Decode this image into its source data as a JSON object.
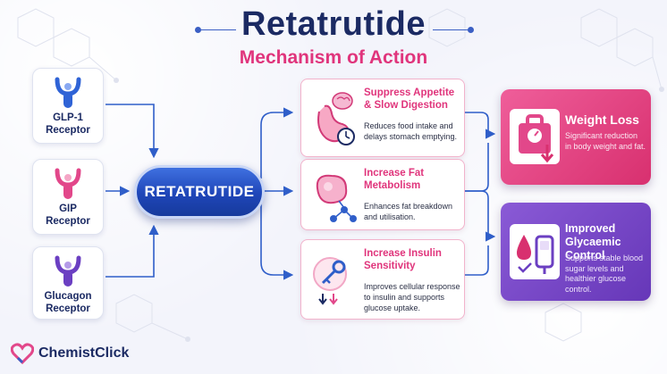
{
  "header": {
    "title": "Retatrutide",
    "subtitle": "Mechanism of Action"
  },
  "receptors": [
    {
      "label_line1": "GLP-1",
      "label_line2": "Receptor",
      "icon": "glp1-receptor-icon",
      "color": "#2f63d6"
    },
    {
      "label_line1": "GIP",
      "label_line2": "Receptor",
      "icon": "gip-receptor-icon",
      "color": "#e2478a"
    },
    {
      "label_line1": "Glucagon",
      "label_line2": "Receptor",
      "icon": "glucagon-receptor-icon",
      "color": "#6b3fc2"
    }
  ],
  "drug": {
    "label": "RETATRUTIDE"
  },
  "actions": [
    {
      "title_line1": "Suppress Appetite",
      "title_line2": "& Slow Digestion",
      "desc_line1": "Reduces food intake and",
      "desc_line2": "delays stomach emptying.",
      "icon": "stomach-brain-timer-icon"
    },
    {
      "title_line1": "Increase Fat",
      "title_line2": "Metabolism",
      "desc_line1": "Enhances fat breakdown",
      "desc_line2": "and utilisation.",
      "icon": "fat-cell-icon"
    },
    {
      "title_line1": "Increase Insulin",
      "title_line2": "Sensitivity",
      "desc_line1": "Improves cellular response",
      "desc_line2": "to insulin and supports",
      "desc_line3": "glucose uptake.",
      "icon": "insulin-key-icon"
    }
  ],
  "outcomes": [
    {
      "title_line1": "Weight Loss",
      "desc_line1": "Significant reduction",
      "desc_line2": "in body weight and fat.",
      "icon": "scale-down-icon",
      "color": "#e2478a"
    },
    {
      "title_line1": "Improved",
      "title_line2": "Glycaemic Control",
      "desc_line1": "Supports stable blood",
      "desc_line2": "sugar levels and",
      "desc_line3": "healthier glucose control.",
      "icon": "glucose-meter-icon",
      "color": "#7a45c8"
    }
  ],
  "brand": {
    "name": "ChemistClick",
    "icon": "heart-logo-icon"
  },
  "colors": {
    "navy": "#1b2a63",
    "pink": "#e0357c",
    "blue": "#2f5ec9",
    "purple": "#7a45c8"
  }
}
